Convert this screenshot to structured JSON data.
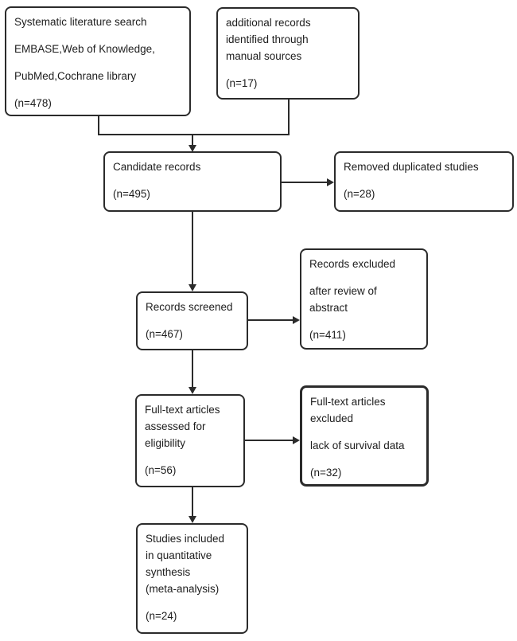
{
  "colors": {
    "background": "#ffffff",
    "line": "#2b2b2b",
    "text": "#1d1d1d"
  },
  "flow": {
    "boxes": {
      "search": {
        "lines": [
          "Systematic literature search",
          "EMBASE,Web of Knowledge,",
          "PubMed,Cochrane library",
          "(n=478)"
        ],
        "n": 478
      },
      "manual": {
        "lines": [
          "additional records",
          "identified through",
          "manual sources",
          "(n=17)"
        ],
        "n": 17
      },
      "candidate": {
        "lines": [
          "Candidate records",
          "(n=495)"
        ],
        "n": 495
      },
      "removed": {
        "lines": [
          "Removed duplicated studies",
          "(n=28)"
        ],
        "n": 28
      },
      "screened": {
        "lines": [
          "Records screened",
          "(n=467)"
        ],
        "n": 467
      },
      "excluded_abstract": {
        "lines": [
          "Records excluded",
          "after review of",
          "abstract",
          "(n=411)"
        ],
        "n": 411
      },
      "fulltext_assessed": {
        "lines": [
          "Full-text articles",
          "assessed for",
          "eligibility",
          "(n=56)"
        ],
        "n": 56
      },
      "fulltext_excluded": {
        "lines": [
          "Full-text articles",
          "excluded",
          "lack of survival data",
          "(n=32)"
        ],
        "n": 32
      },
      "included": {
        "lines": [
          "Studies included",
          "in quantitative",
          "synthesis",
          "(meta-analysis)",
          "(n=24)"
        ],
        "n": 24
      }
    }
  }
}
